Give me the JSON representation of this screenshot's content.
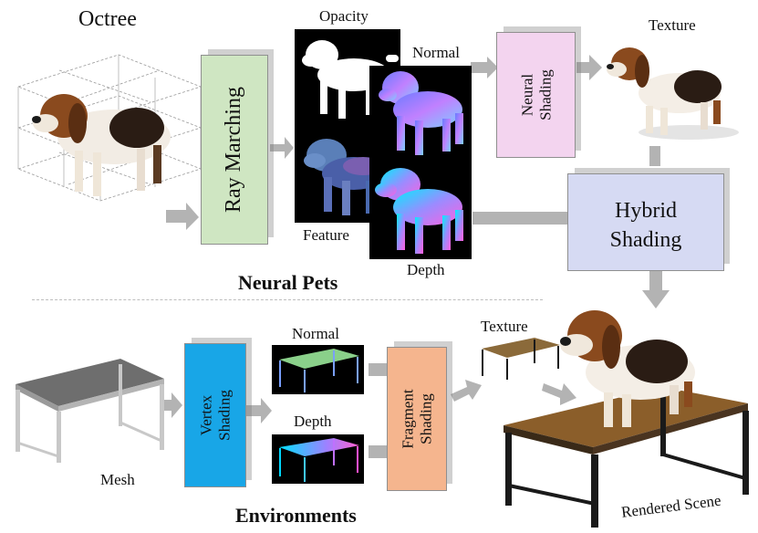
{
  "labels": {
    "octree": "Octree",
    "opacity": "Opacity",
    "normal_top": "Normal",
    "texture_top": "Texture",
    "feature": "Feature",
    "depth_top": "Depth",
    "neural_pets": "Neural Pets",
    "normal_bottom": "Normal",
    "depth_bottom": "Depth",
    "texture_bottom": "Texture",
    "mesh": "Mesh",
    "environments": "Environments",
    "rendered_scene": "Rendered Scene"
  },
  "boxes": {
    "ray_marching": "Ray Marching",
    "neural_shading_line1": "Neural",
    "neural_shading_line2": "Shading",
    "hybrid_shading_line1": "Hybrid",
    "hybrid_shading_line2": "Shading",
    "vertex_shading_line1": "Vertex",
    "vertex_shading_line2": "Shading",
    "fragment_shading_line1": "Fragment",
    "fragment_shading_line2": "Shading"
  },
  "colors": {
    "ray_marching_box": "#cfe6c2",
    "neural_shading_box": "#f3d4ef",
    "hybrid_shading_box": "#d6daf3",
    "vertex_shading_box": "#18a6e7",
    "fragment_shading_box": "#f5b58e",
    "arrow": "#b3b3b3"
  }
}
